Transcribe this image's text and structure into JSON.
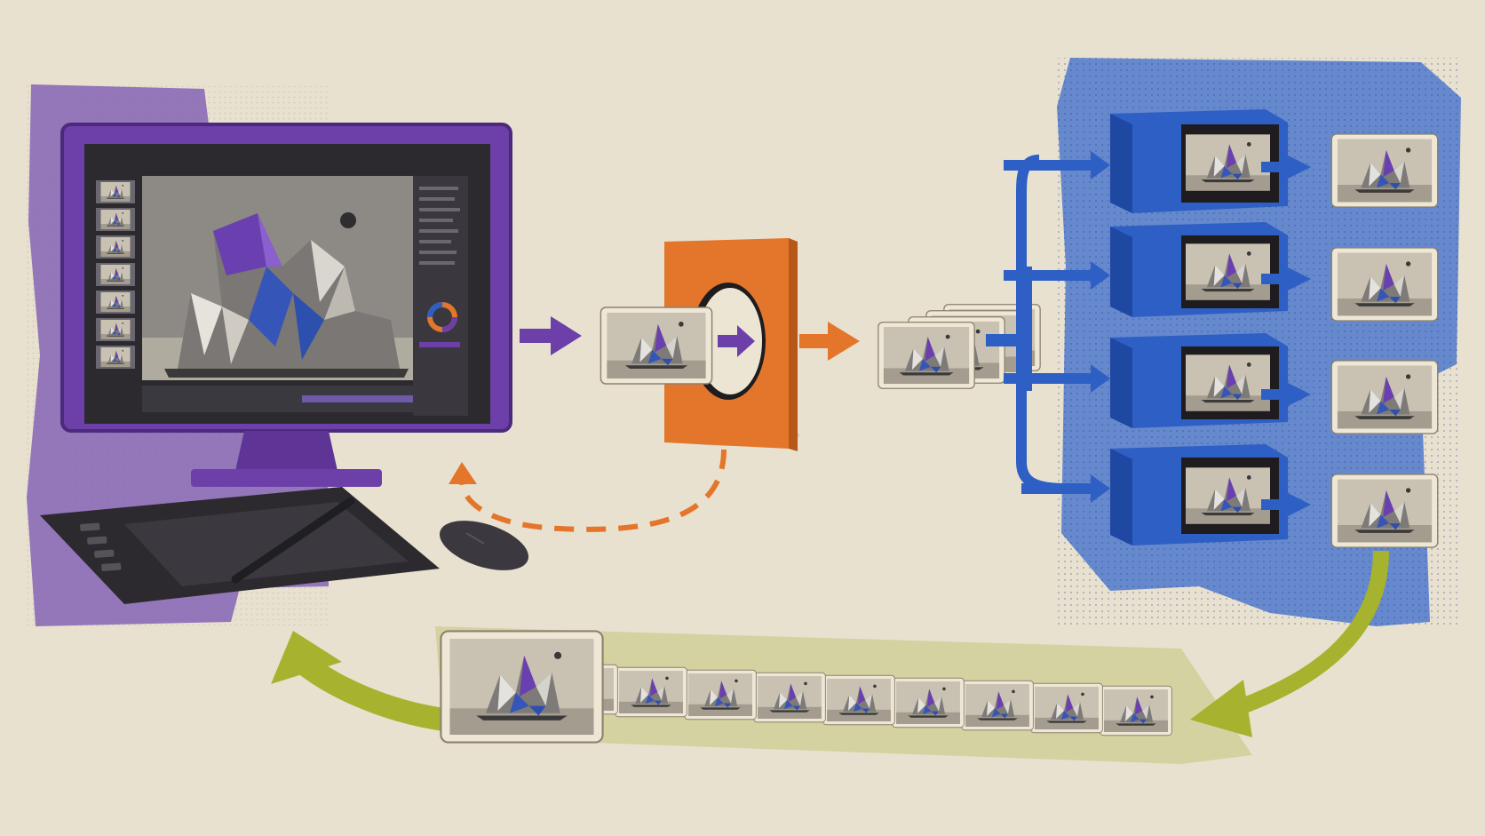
{
  "colors": {
    "paper": "#e9e1d0",
    "purple": "#6d3fa8",
    "purple_dark": "#4b2a7c",
    "orange": "#e3762a",
    "blue": "#2e5fc4",
    "blue_dark": "#1f48a3",
    "green": "#a6b32e",
    "device_dark": "#2c2a2f",
    "artwork_bg": "#bdb6a7"
  },
  "icons": {
    "monitor": "desktop-monitor-icon",
    "tablet": "drawing-tablet-icon",
    "stylus": "stylus-pen-icon",
    "mouse": "mouse-icon",
    "gate": "orange-filter-gate-icon",
    "render_box": "blue-processing-box-icon",
    "image_card": "artwork-image-card-icon"
  },
  "counts": {
    "processing_boxes": 4,
    "output_cards": 4,
    "stacked_cards": 4,
    "gallery_cards": 10,
    "editor_thumbnails": 7
  }
}
